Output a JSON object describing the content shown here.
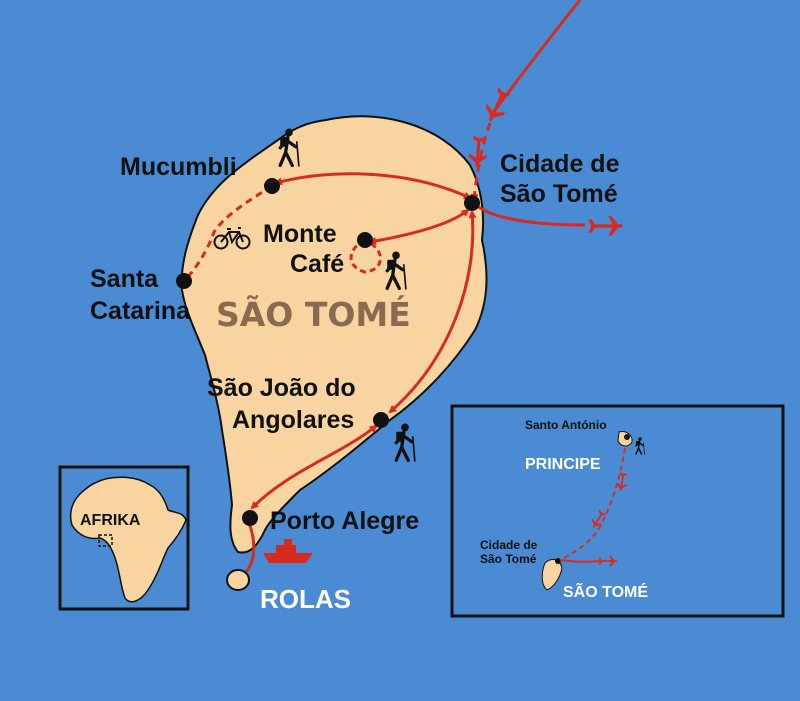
{
  "main_map": {
    "island_label": "SÃO TOMÉ",
    "islet_label": "ROLAS",
    "places": {
      "cidade_line1": "Cidade de",
      "cidade_line2": "São Tomé",
      "mucumbli": "Mucumbli",
      "monte_line1": "Monte",
      "monte_line2": "Café",
      "santa_line1": "Santa",
      "santa_line2": "Catarina",
      "sao_joao_line1": "São João do",
      "sao_joao_line2": "Angolares",
      "porto_alegre": "Porto Alegre"
    }
  },
  "africa_inset": {
    "label": "AFRIKA"
  },
  "overview_inset": {
    "principe_label": "PRINCIPE",
    "sao_tome_label": "SÃO TOMÉ",
    "santo_antonio": "Santo António",
    "cidade_line1": "Cidade de",
    "cidade_line2": "São Tomé"
  },
  "colors": {
    "ocean": "#4a8bd4",
    "land": "#f8d5a0",
    "route": "#d72b1f",
    "text": "#111111"
  },
  "icons": [
    "airplane-icon",
    "hiker-icon",
    "bicycle-icon",
    "boat-icon",
    "arrow-icon"
  ]
}
